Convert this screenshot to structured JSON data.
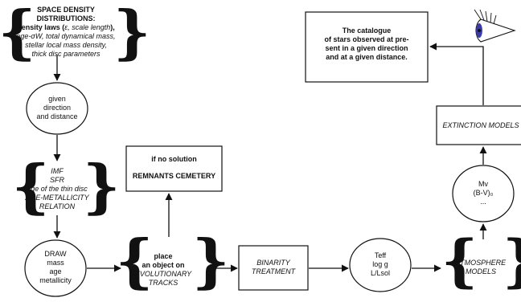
{
  "space_density": {
    "title_lines": [
      "SPACE DENSITY",
      "DISTRIBUTIONS:"
    ],
    "line3_bold": "density laws (",
    "line3_ital": "ε, scale length",
    "line3_end": "),",
    "lines_italic": [
      "age-σW, total dynamical mass,",
      "stellar local mass density,",
      "thick disc parameters"
    ]
  },
  "direction": {
    "lines": [
      "given",
      "direction",
      "and distance"
    ]
  },
  "imf": {
    "lines": [
      "IMF",
      "SFR",
      "age of the thin disc",
      "AGE-METALLICITY",
      "RELATION"
    ]
  },
  "draw": {
    "lines": [
      "DRAW",
      "mass",
      "age",
      "metallicity"
    ]
  },
  "place": {
    "bold_lines": [
      "place",
      "an object on"
    ],
    "italic_lines": [
      "EVOLUTIONARY",
      "TRACKS"
    ]
  },
  "remnants": {
    "line1": "if no solution",
    "line2": "REMNANTS CEMETERY"
  },
  "binarity": {
    "lines": [
      "BINARITY",
      "TREATMENT"
    ]
  },
  "teff": {
    "lines": [
      "Teff",
      "log g",
      "L/Lsol"
    ]
  },
  "atmosphere": {
    "lines": [
      "ATMOSPHERE",
      "MODELS"
    ]
  },
  "mv": {
    "lines": [
      "Mv",
      "(B-V)₀",
      "..."
    ]
  },
  "extinction": {
    "label": "EXTINCTION MODELS"
  },
  "catalogue": {
    "lines": [
      "The catalogue",
      "of stars observed at pre-",
      "sent in a given direction",
      "and at a given distance."
    ]
  },
  "colors": {
    "stroke": "#111111",
    "eye_iris": "#3a3aa8"
  },
  "icons": {
    "observer": "eye-icon"
  }
}
